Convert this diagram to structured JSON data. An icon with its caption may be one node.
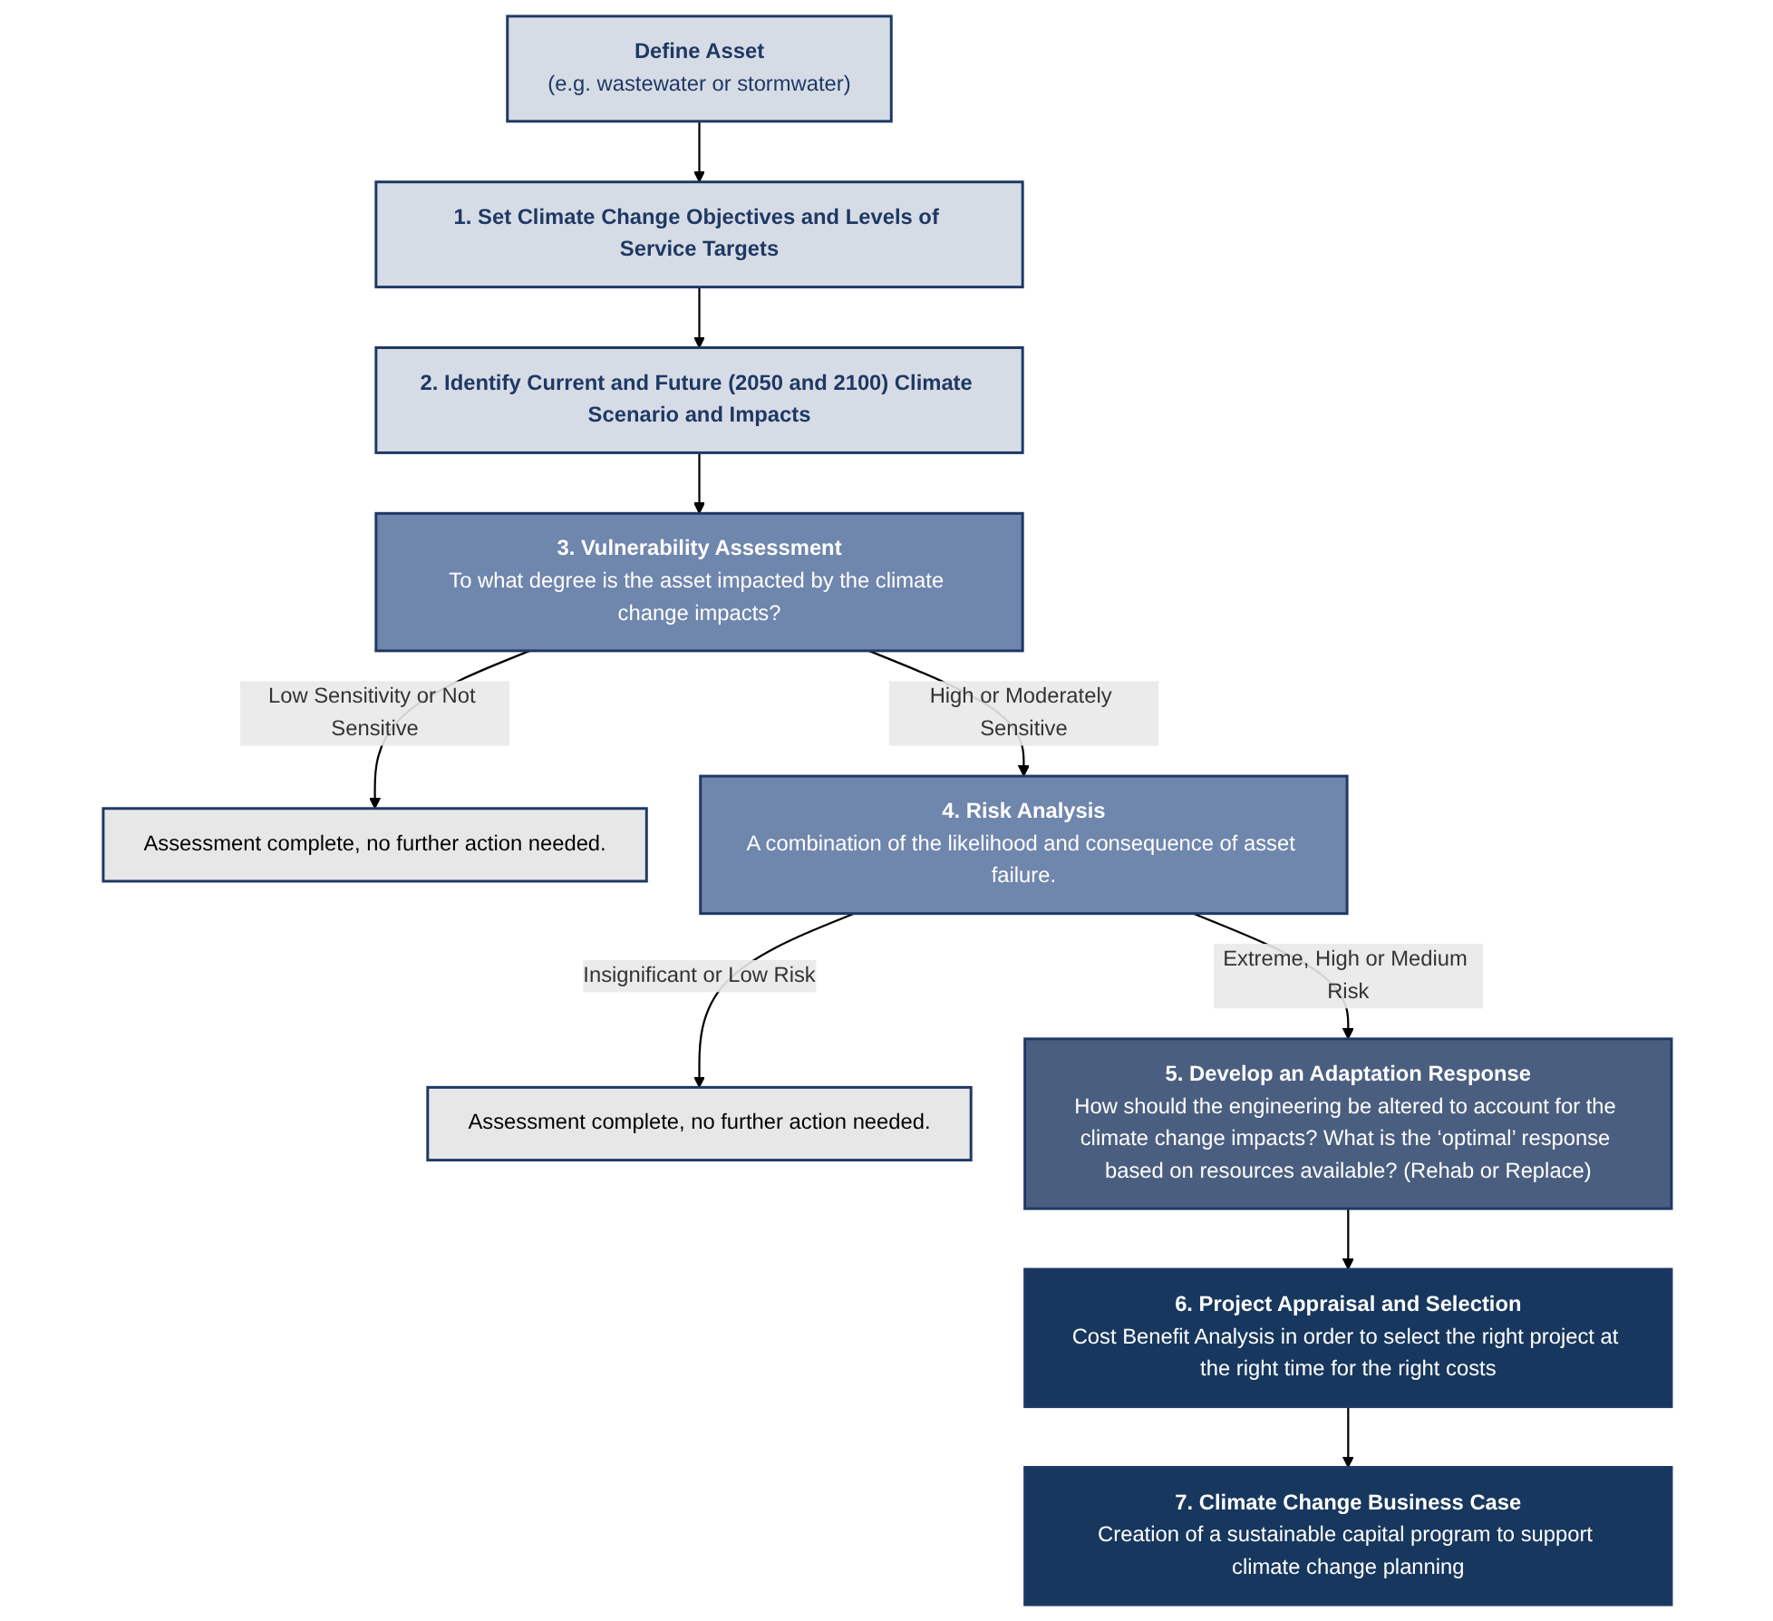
{
  "diagram": {
    "nodes": [
      {
        "text": [
          "Define Asset",
          "(e.g. wastewater or stormwater)"
        ]
      },
      {
        "text": [
          "1. Set Climate Change Objectives and Levels of Service Targets"
        ]
      },
      {
        "text": [
          "2. Identify Current and Future (2050 and 2100) Climate Scenario and Impacts"
        ]
      },
      {
        "text": [
          "3. Vulnerability Assessment",
          "To what degree is the asset impacted by the climate change impacts?"
        ]
      },
      {
        "text": [
          "Assessment complete, no further action needed."
        ]
      },
      {
        "text": [
          "4. Risk Analysis",
          "A combination of the likelihood and consequence of asset failure."
        ]
      },
      {
        "text": [
          "Assessment complete, no further action needed."
        ]
      },
      {
        "text": [
          "5. Develop an Adaptation Response",
          "How should the engineering be altered to account for the climate change impacts? What is the ‘optimal’ response based on resources available? (Rehab or Replace)"
        ]
      },
      {
        "text": [
          "6. Project Appraisal and Selection",
          "Cost Benefit Analysis in order to select the right project at the right time for the right costs"
        ]
      },
      {
        "text": [
          "7. Climate Change Business Case",
          "Creation of a sustainable capital program to support climate change planning"
        ]
      }
    ],
    "edges": [
      {
        "from": 0,
        "to": 1,
        "arrow": "to"
      },
      {
        "from": 1,
        "to": 2,
        "arrow": "to"
      },
      {
        "from": 2,
        "to": 3,
        "arrow": "to"
      },
      {
        "from": 3,
        "to": 4,
        "arrow": "to",
        "label": "Low Sensitivity or Not Sensitive"
      },
      {
        "from": 3,
        "to": 5,
        "arrow": "to",
        "label": "High or Moderately Sensitive"
      },
      {
        "from": 5,
        "to": 6,
        "arrow": "to",
        "label": "Insignificant or Low Risk"
      },
      {
        "from": 5,
        "to": 7,
        "arrow": "to",
        "label": "Extreme, High or Medium Risk"
      },
      {
        "from": 7,
        "to": 8,
        "arrow": "to"
      },
      {
        "from": 8,
        "to": 9,
        "arrow": "to"
      }
    ]
  }
}
